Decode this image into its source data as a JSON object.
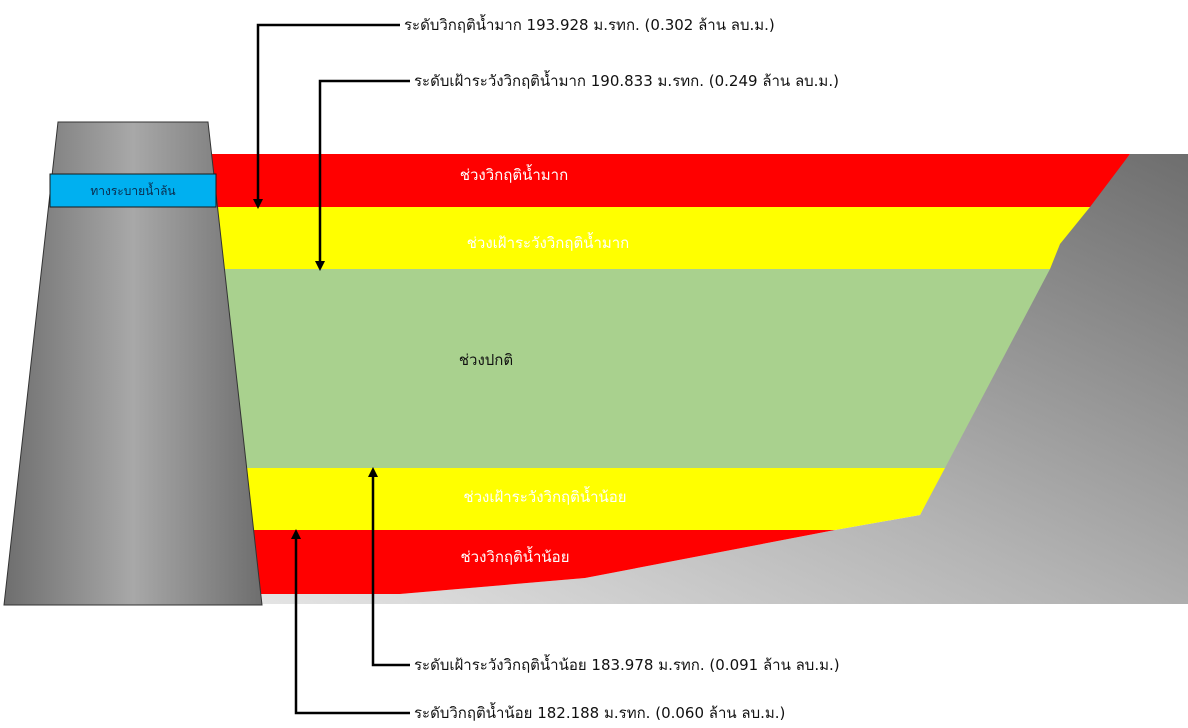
{
  "diagram": {
    "spillway_label": "ทางระบายน้ำล้น",
    "zones": {
      "flood_critical": "ช่วงวิกฤติน้ำมาก",
      "flood_watch": "ช่วงเฝ้าระวังวิกฤติน้ำมาก",
      "normal": "ช่วงปกติ",
      "drought_watch": "ช่วงเฝ้าระวังวิกฤติน้ำน้อย",
      "drought_critical": "ช่วงวิกฤติน้ำน้อย"
    },
    "levels": {
      "flood_critical": "ระดับวิกฤติน้ำมาก 193.928 ม.รทก. (0.302 ล้าน ลบ.ม.)",
      "flood_watch": "ระดับเฝ้าระวังวิกฤติน้ำมาก 190.833 ม.รทก. (0.249 ล้าน ลบ.ม.)",
      "drought_watch": "ระดับเฝ้าระวังวิกฤติน้ำน้อย 183.978 ม.รทก. (0.091 ล้าน ลบ.ม.)",
      "drought_critical": "ระดับวิกฤติน้ำน้อย 182.188 ม.รทก. (0.060 ล้าน ลบ.ม.)"
    },
    "colors": {
      "critical": "#ff0000",
      "watch": "#ffff00",
      "normal": "#a9d18e",
      "spillway": "#00b0f0",
      "dam": "#7f7f7f",
      "bank": "#8c8c8c"
    }
  }
}
